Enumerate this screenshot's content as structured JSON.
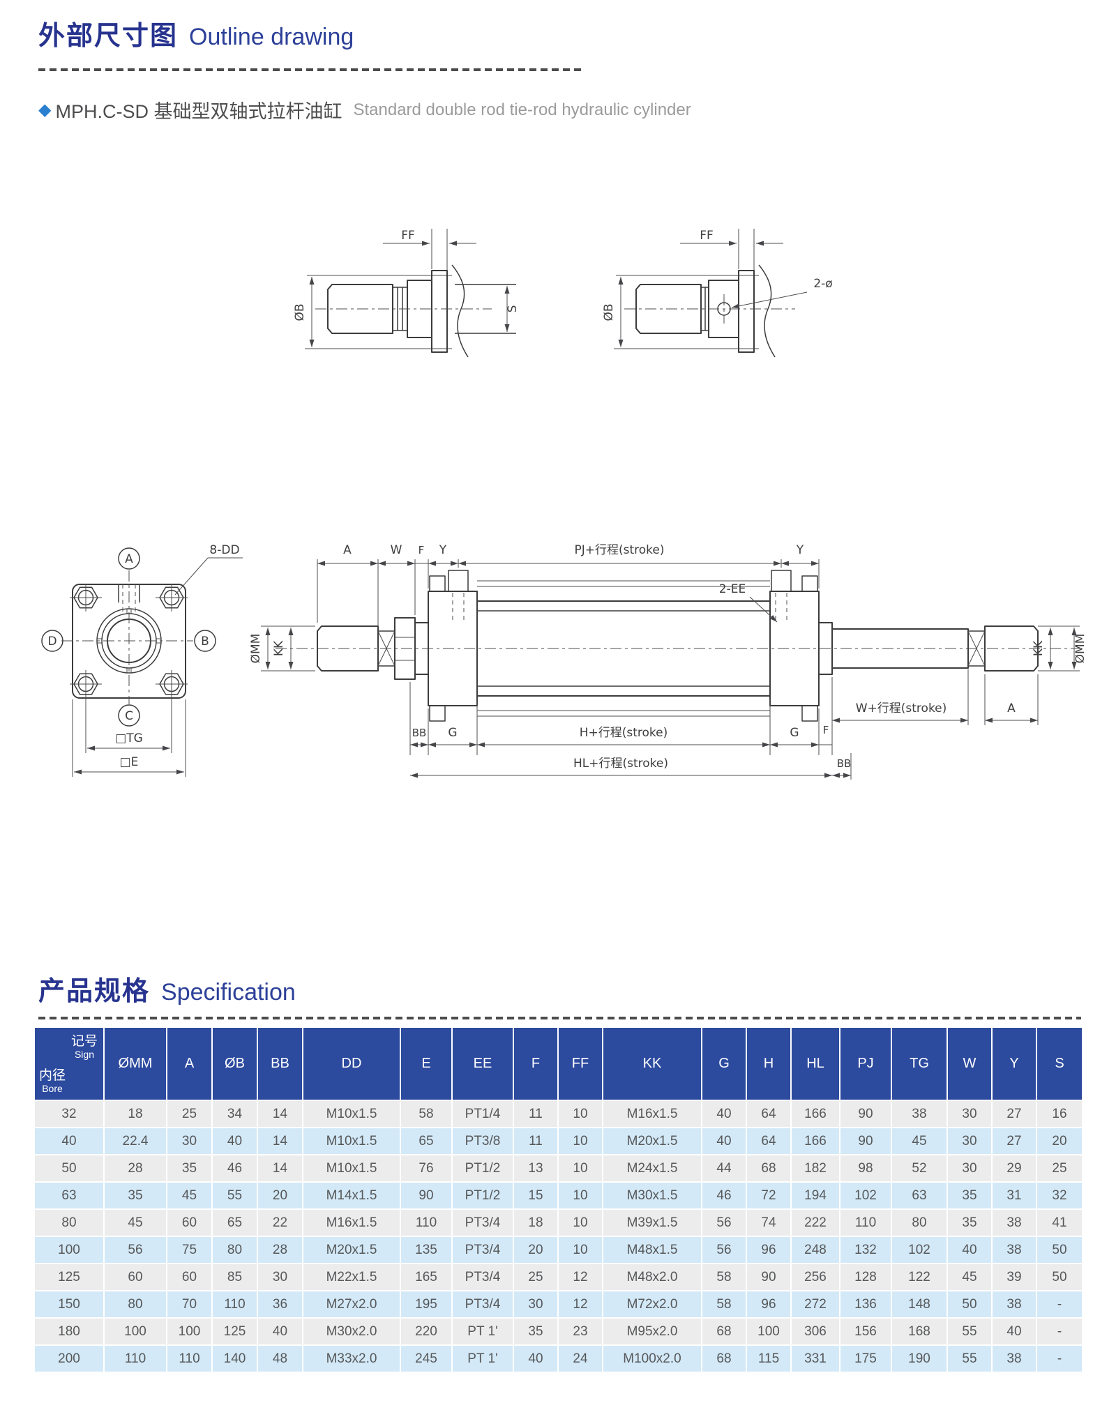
{
  "outline_section": {
    "title_zh": "外部尺寸图",
    "title_en": "Outline drawing",
    "product": {
      "bullet": "◆",
      "model_zh": "MPH.C-SD 基础型双轴式拉杆油缸",
      "desc_en": "Standard double rod tie-rod hydraulic cylinder"
    },
    "drawing_labels": {
      "ff": "FF",
      "dia_b": "ØB",
      "s": "S",
      "two_dia": "2-ø",
      "eight_dd": "8-DD",
      "balloon_a": "A",
      "balloon_b": "B",
      "balloon_c": "C",
      "balloon_d": "D",
      "sq_tg": "□TG",
      "sq_e": "□E",
      "dim_a": "A",
      "dim_w": "W",
      "dim_f": "F",
      "dim_y": "Y",
      "dim_pj_stroke": "PJ+行程(stroke)",
      "two_ee": "2-EE",
      "dia_mm": "ØMM",
      "kk": "KK",
      "bb": "BB",
      "dim_g": "G",
      "dim_h_stroke": "H+行程(stroke)",
      "dim_hl_stroke": "HL+行程(stroke)",
      "dim_w_stroke": "W+行程(stroke)"
    }
  },
  "spec_section": {
    "title_zh": "产品规格",
    "title_en": "Specification",
    "table": {
      "corner": {
        "sign_zh": "记号",
        "sign_en": "Sign",
        "bore_zh": "内径",
        "bore_en": "Bore"
      },
      "columns": [
        "ØMM",
        "A",
        "ØB",
        "BB",
        "DD",
        "E",
        "EE",
        "F",
        "FF",
        "KK",
        "G",
        "H",
        "HL",
        "PJ",
        "TG",
        "W",
        "Y",
        "S"
      ],
      "rows": [
        {
          "bore": "32",
          "values": [
            "18",
            "25",
            "34",
            "14",
            "M10x1.5",
            "58",
            "PT1/4",
            "11",
            "10",
            "M16x1.5",
            "40",
            "64",
            "166",
            "90",
            "38",
            "30",
            "27",
            "16"
          ]
        },
        {
          "bore": "40",
          "values": [
            "22.4",
            "30",
            "40",
            "14",
            "M10x1.5",
            "65",
            "PT3/8",
            "11",
            "10",
            "M20x1.5",
            "40",
            "64",
            "166",
            "90",
            "45",
            "30",
            "27",
            "20"
          ]
        },
        {
          "bore": "50",
          "values": [
            "28",
            "35",
            "46",
            "14",
            "M10x1.5",
            "76",
            "PT1/2",
            "13",
            "10",
            "M24x1.5",
            "44",
            "68",
            "182",
            "98",
            "52",
            "30",
            "29",
            "25"
          ]
        },
        {
          "bore": "63",
          "values": [
            "35",
            "45",
            "55",
            "20",
            "M14x1.5",
            "90",
            "PT1/2",
            "15",
            "10",
            "M30x1.5",
            "46",
            "72",
            "194",
            "102",
            "63",
            "35",
            "31",
            "32"
          ]
        },
        {
          "bore": "80",
          "values": [
            "45",
            "60",
            "65",
            "22",
            "M16x1.5",
            "110",
            "PT3/4",
            "18",
            "10",
            "M39x1.5",
            "56",
            "74",
            "222",
            "110",
            "80",
            "35",
            "38",
            "41"
          ]
        },
        {
          "bore": "100",
          "values": [
            "56",
            "75",
            "80",
            "28",
            "M20x1.5",
            "135",
            "PT3/4",
            "20",
            "10",
            "M48x1.5",
            "56",
            "96",
            "248",
            "132",
            "102",
            "40",
            "38",
            "50"
          ]
        },
        {
          "bore": "125",
          "values": [
            "60",
            "60",
            "85",
            "30",
            "M22x1.5",
            "165",
            "PT3/4",
            "25",
            "12",
            "M48x2.0",
            "58",
            "90",
            "256",
            "128",
            "122",
            "45",
            "39",
            "50"
          ]
        },
        {
          "bore": "150",
          "values": [
            "80",
            "70",
            "110",
            "36",
            "M27x2.0",
            "195",
            "PT3/4",
            "30",
            "12",
            "M72x2.0",
            "58",
            "96",
            "272",
            "136",
            "148",
            "50",
            "38",
            "-"
          ]
        },
        {
          "bore": "180",
          "values": [
            "100",
            "100",
            "125",
            "40",
            "M30x2.0",
            "220",
            "PT 1'",
            "35",
            "23",
            "M95x2.0",
            "68",
            "100",
            "306",
            "156",
            "168",
            "55",
            "40",
            "-"
          ]
        },
        {
          "bore": "200",
          "values": [
            "110",
            "110",
            "140",
            "48",
            "M33x2.0",
            "245",
            "PT 1'",
            "40",
            "24",
            "M100x2.0",
            "68",
            "115",
            "331",
            "175",
            "190",
            "55",
            "38",
            "-"
          ]
        }
      ]
    }
  },
  "colors": {
    "title_navy": "#27338f",
    "table_header_bg": "#2c4a9e",
    "row_gray": "#ececec",
    "row_blue": "#d3e9f7",
    "diamond_blue": "#2b7fd0",
    "body_text": "#57585a"
  }
}
